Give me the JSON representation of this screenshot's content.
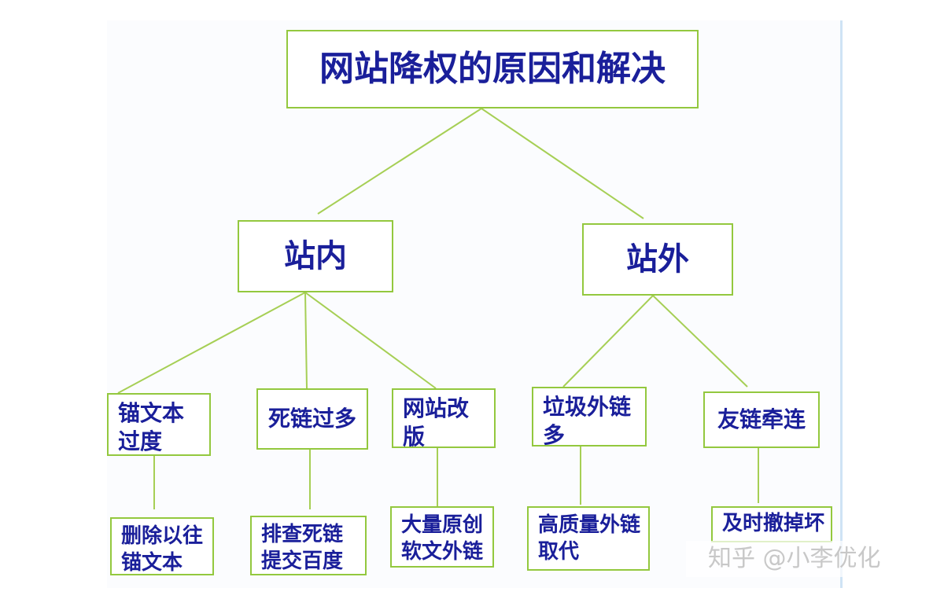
{
  "diagram": {
    "root": {
      "label": "网站降权的原因和解决"
    },
    "branches": {
      "inside": {
        "label": "站内"
      },
      "outside": {
        "label": "站外"
      }
    },
    "causes": [
      {
        "label": "锚文本过度"
      },
      {
        "label": "死链过多"
      },
      {
        "label": "网站改版"
      },
      {
        "label": "垃圾外链多"
      },
      {
        "label": "友链牵连"
      }
    ],
    "solutions": [
      {
        "label": "删除以往锚文本"
      },
      {
        "label": "排查死链提交百度"
      },
      {
        "label": "大量原创软文外链"
      },
      {
        "label": "高质量外链取代"
      },
      {
        "label": "及时撤掉坏"
      }
    ]
  },
  "watermark": {
    "text": "知乎 @小李优化"
  },
  "colors": {
    "text": "#1a1f9a",
    "border": "#93c83e",
    "connector": "#a6cf55"
  }
}
